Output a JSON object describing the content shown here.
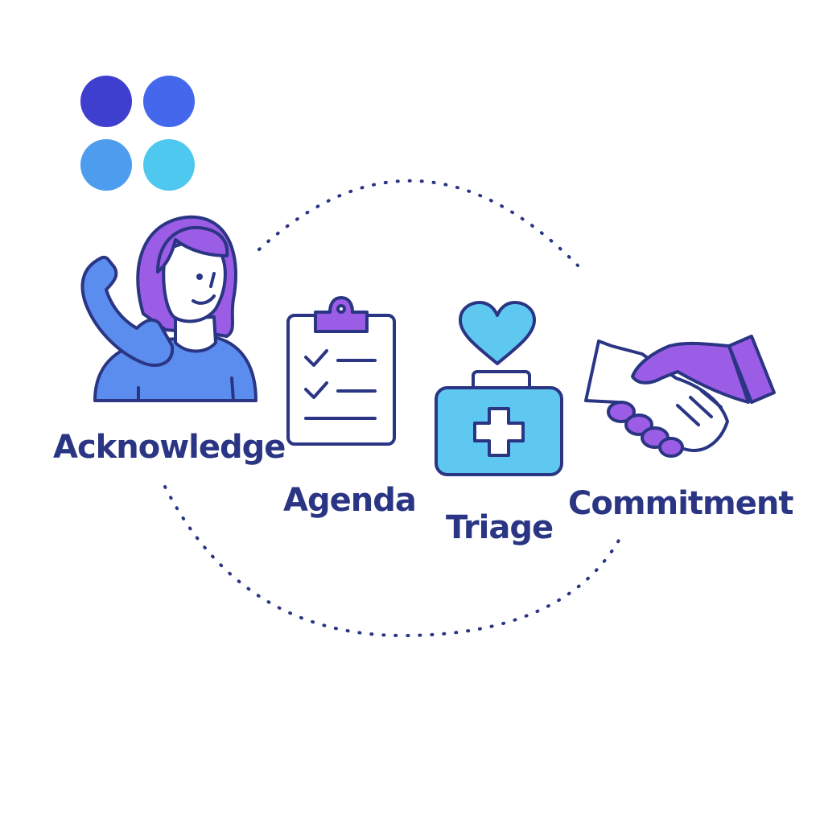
{
  "colors": {
    "ink": "#2a3584",
    "purple": "#9b5de5",
    "blue": "#5b8def",
    "light_blue": "#5ec8f0",
    "dot_indigo": "#3f3fcf",
    "dot_royal": "#4468ec",
    "dot_sky": "#4d9cee",
    "dot_cyan": "#4ec8ee",
    "white": "#ffffff"
  },
  "logo": {
    "dots": [
      "dot_indigo",
      "dot_royal",
      "dot_sky",
      "dot_cyan"
    ]
  },
  "cycle": {
    "style": "dotted-loop"
  },
  "steps": [
    {
      "label": "Acknowledge",
      "icon": "person-on-phone-icon"
    },
    {
      "label": "Agenda",
      "icon": "clipboard-checklist-icon"
    },
    {
      "label": "Triage",
      "icon": "first-aid-kit-heart-icon"
    },
    {
      "label": "Commitment",
      "icon": "handshake-icon"
    }
  ]
}
